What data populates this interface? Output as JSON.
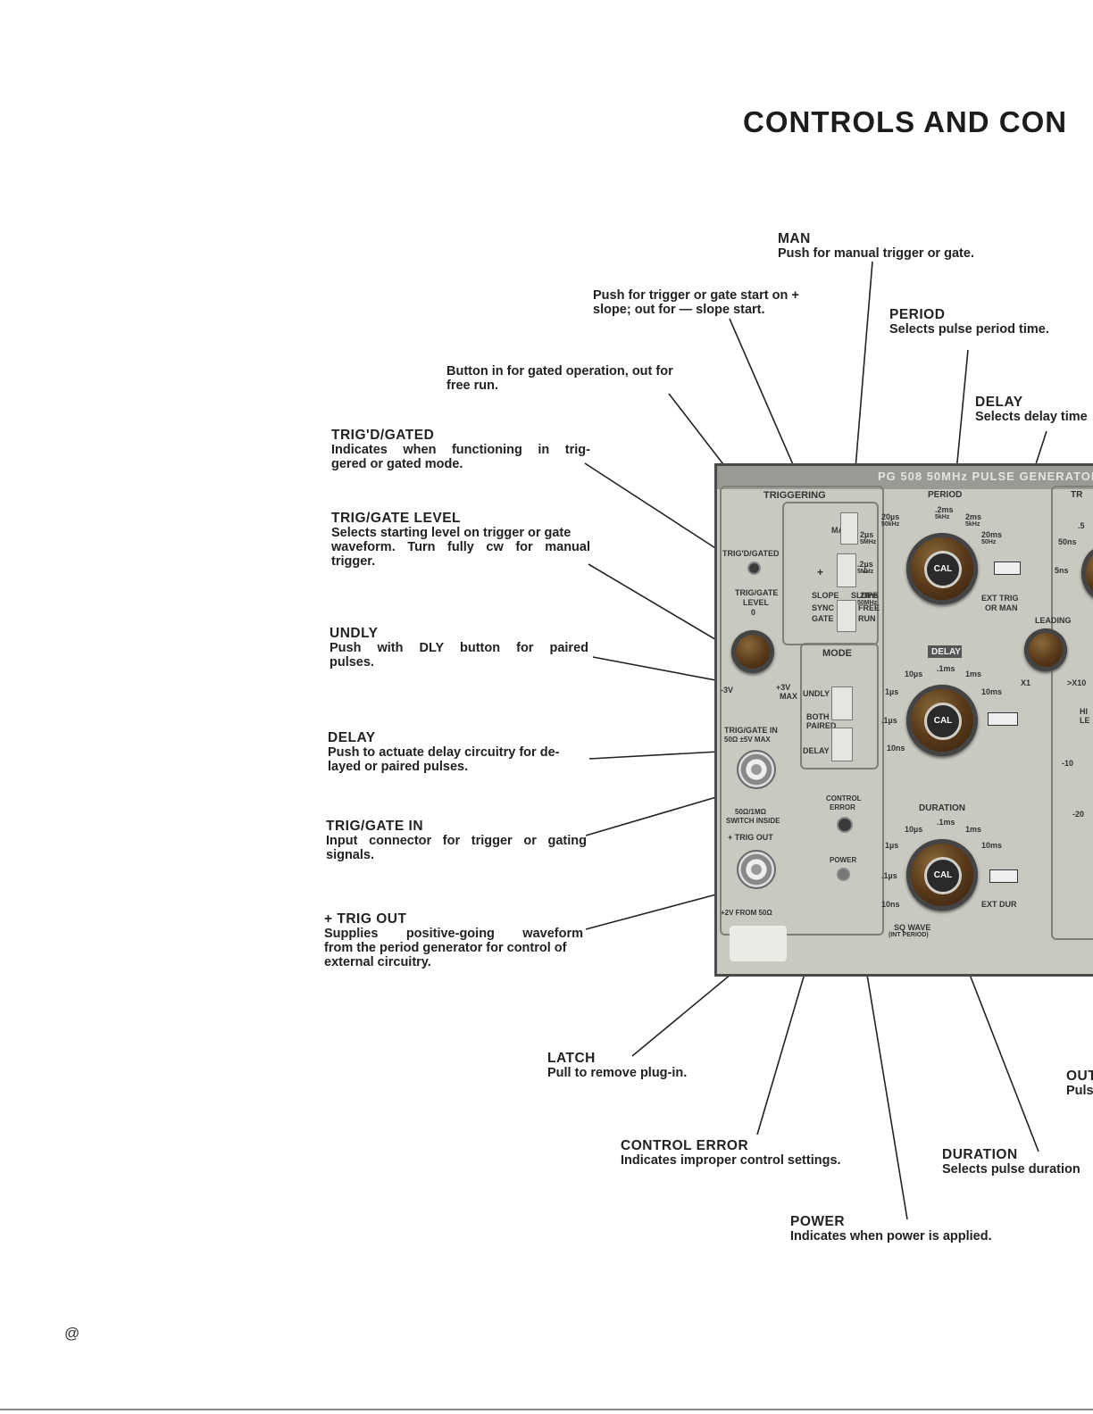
{
  "page": {
    "title": "CONTROLS AND CON",
    "page_mark": "@"
  },
  "annotations": {
    "man": {
      "heading": "MAN",
      "desc": "Push for manual trigger or gate."
    },
    "slope": {
      "desc_line1": "Push for trigger or gate start on +",
      "desc_line2": "slope; out for — slope start."
    },
    "sync_gate": {
      "desc_line1": "Button in for gated operation, out for",
      "desc_line2": "free run."
    },
    "period": {
      "heading": "PERIOD",
      "desc": "Selects pulse period time."
    },
    "delay_knob": {
      "heading": "DELAY",
      "desc": "Selects delay time"
    },
    "trigd_gated": {
      "heading": "TRIG'D/GATED",
      "desc_line1": "Indicates when functioning in trig-",
      "desc_line2": "gered or gated mode."
    },
    "trig_gate_level": {
      "heading": "TRIG/GATE LEVEL",
      "desc_line1": "Selects starting level on trigger or gate",
      "desc_line2": "waveform. Turn fully cw for manual",
      "desc_line3": "trigger."
    },
    "undly": {
      "heading": "UNDLY",
      "desc_line1": "Push with DLY button for paired",
      "desc_line2": "pulses."
    },
    "delay_button": {
      "heading": "DELAY",
      "desc_line1": "Push to actuate delay circuitry for de-",
      "desc_line2": "layed or paired pulses."
    },
    "trig_gate_in": {
      "heading": "TRIG/GATE IN",
      "desc_line1": "Input connector for trigger or gating",
      "desc_line2": "signals."
    },
    "trig_out": {
      "heading": "+ TRIG OUT",
      "desc_line1": "Supplies positive-going waveform",
      "desc_line2": "from the period generator for control of",
      "desc_line3": "external circuitry."
    },
    "latch": {
      "heading": "LATCH",
      "desc": "Pull to remove plug-in."
    },
    "output": {
      "heading": "OUT",
      "desc": "Puls"
    },
    "control_error": {
      "heading": "CONTROL ERROR",
      "desc": "Indicates improper control settings."
    },
    "duration": {
      "heading": "DURATION",
      "desc": "Selects pulse duration"
    },
    "power": {
      "heading": "POWER",
      "desc": "Indicates when power is applied."
    }
  },
  "panel": {
    "banner": "PG 508 50MHz PULSE GENERATOR",
    "triggering": "TRIGGERING",
    "man": "MAN",
    "trigd_gated": "TRIG'D/GATED",
    "trig_gate_level": "TRIG/GATE",
    "level": "LEVEL",
    "zero": "0",
    "minus3v": "-3V",
    "plus3v": "+3V",
    "max": "MAX",
    "plus": "+",
    "minus": "−",
    "slope": "SLOPE",
    "sync": "SYNC",
    "gate": "GATE",
    "free": "FREE",
    "run": "RUN",
    "mode": "MODE",
    "undly": "UNDLY",
    "both": "BOTH",
    "paired": "PAIRED",
    "delay": "DELAY",
    "trig_gate_in": "TRIG/GATE IN",
    "trig_gate_in_spec": "50Ω ±5V MAX",
    "impedance": "50Ω/1MΩ",
    "switch_inside": "SWITCH INSIDE",
    "trig_out": "+ TRIG OUT",
    "trig_out_spec": "+2V FROM 50Ω",
    "control": "CONTROL",
    "error": "ERROR",
    "power": "POWER",
    "period": "PERIOD",
    "p_20us": "20µs",
    "p_50khz": "50kHz",
    "p_2ms_top": ".2ms",
    "p_5khz_top": "5kHz",
    "p_2ms": "2ms",
    "p_5khz": "5kHz",
    "p_2us": "2µs",
    "p_500khz": "5MHz",
    "p_20ms": "20ms",
    "p_50hz": "50Hz",
    "p_2us_low": ".2µs",
    "p_5mhz": "5MHz",
    "p_20ns": "20ns",
    "p_50mhz": "50MHz",
    "cal": "CAL",
    "ext_trig": "EXT TRIG",
    "or_man": "OR MAN",
    "delay_knob": "DELAY",
    "d_10us": "10µs",
    "d_1ms_top": ".1ms",
    "d_1ms": "1ms",
    "d_1us": "1µs",
    "d_10ms": "10ms",
    "d_1us_low": ".1µs",
    "d_10ns": "10ns",
    "duration": "DURATION",
    "u_10us": "10µs",
    "u_1ms_top": ".1ms",
    "u_1ms": "1ms",
    "u_1us": "1µs",
    "u_10ms": "10ms",
    "u_1us_low": ".1µs",
    "u_10ns": "10ns",
    "ext_dur": "EXT DUR",
    "sq_wave": "SQ WAVE",
    "int_period": "(INT PERIOD)",
    "transition": "TR",
    "t_5": ".5",
    "t_50ns": "50ns",
    "t_5ns": "5ns",
    "leading": "LEADING",
    "x1": "X1",
    "x10": ">X10",
    "hi": "HI",
    "le": "LE",
    "neg10": "-10",
    "neg20": "-20"
  }
}
